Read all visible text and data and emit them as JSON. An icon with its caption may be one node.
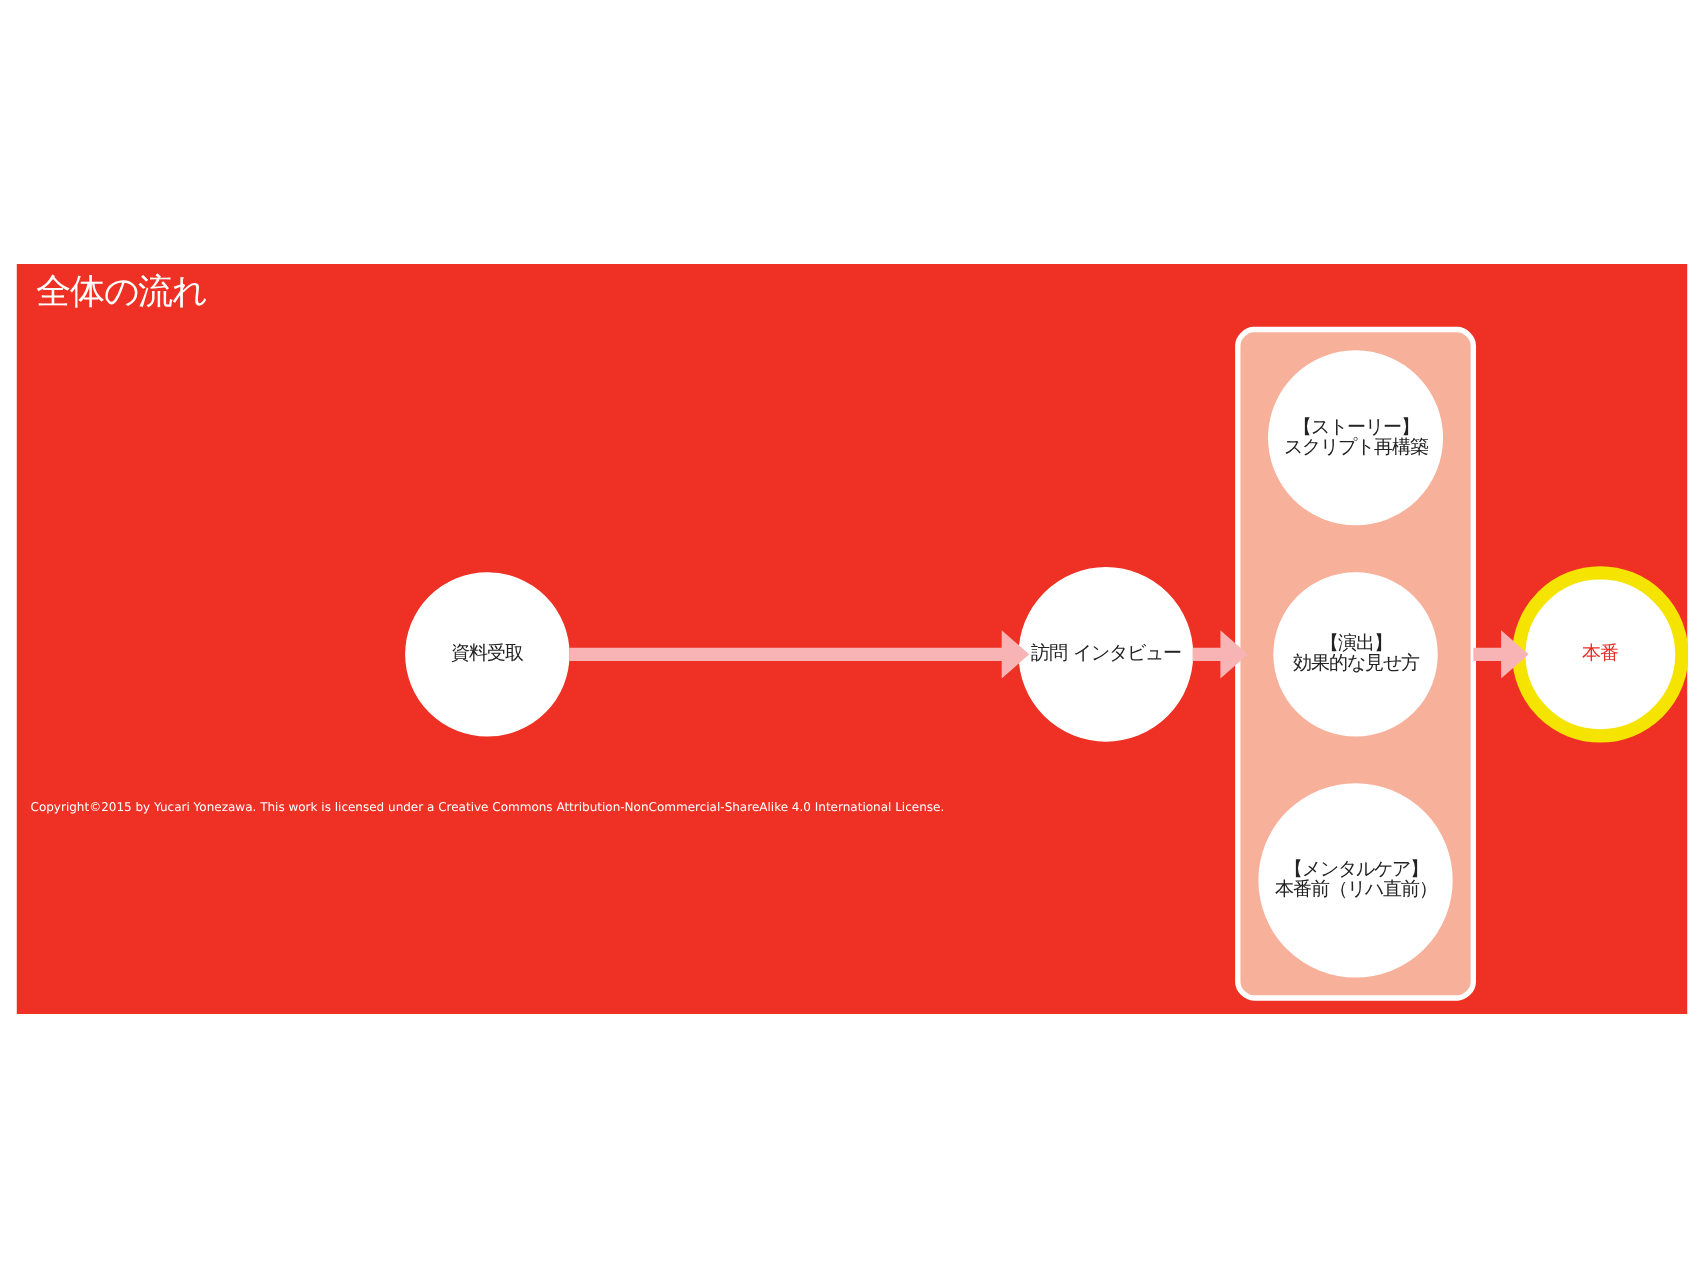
{
  "diagram": {
    "title": "全体の流れ",
    "nodes": [
      {
        "text": [
          "資料受取"
        ]
      },
      {
        "text": [
          "訪問 インタビュー"
        ]
      },
      {
        "text": [],
        "shape": "box"
      },
      {
        "text": [
          "【ストーリー】",
          "スクリプト再構築"
        ],
        "in": 2
      },
      {
        "text": [
          "【演出】",
          "効果的な見せ方"
        ],
        "in": 2
      },
      {
        "text": [
          "【メンタルケア】",
          "本番前（リハ直前）"
        ],
        "in": 2
      },
      {
        "text": [
          "本番"
        ]
      }
    ],
    "edges": [
      {
        "from": 0,
        "to": 1,
        "arrow": "to"
      },
      {
        "from": 1,
        "to": 2,
        "arrow": "to"
      },
      {
        "from": 2,
        "to": 6,
        "arrow": "to"
      }
    ],
    "labels": [
      "Copyright©2015 by Yucari Yonezawa. This work is licensed under a Creative Commons Attribution-NonCommercial-ShareAlike 4.0 International License."
    ]
  }
}
